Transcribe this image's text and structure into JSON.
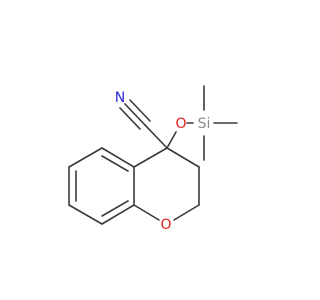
{
  "molecule": {
    "atoms": {
      "nitrogen": {
        "label": "N",
        "color": "#2b2bd6"
      },
      "oxygen_silyl": {
        "label": "O",
        "color": "#e0231c"
      },
      "silicon": {
        "label": "Si",
        "color": "#8a8a8a"
      },
      "oxygen_ring": {
        "label": "O",
        "color": "#e0231c"
      }
    },
    "bond_color": "#3a3a3a"
  }
}
